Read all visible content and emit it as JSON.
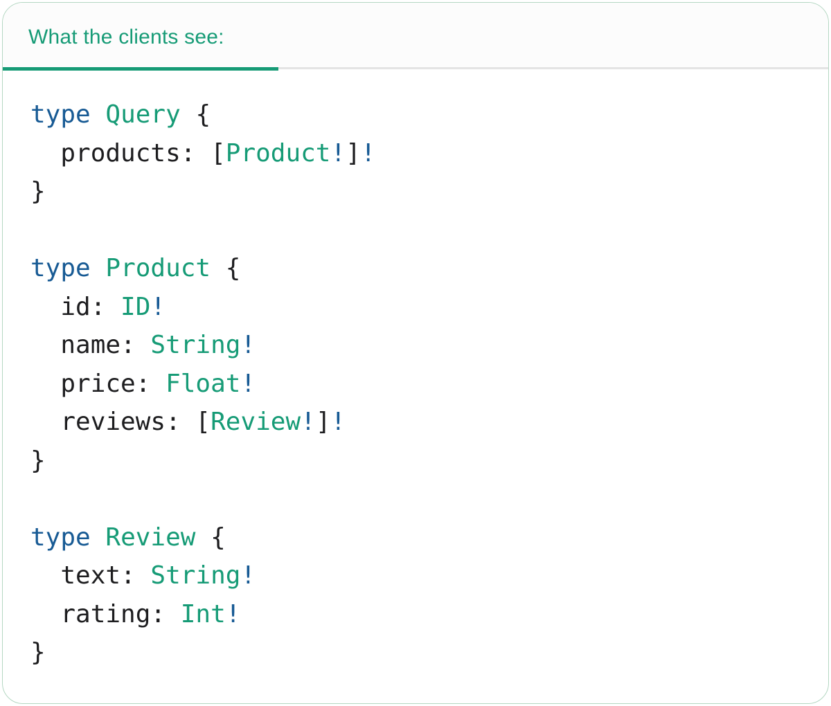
{
  "tab": {
    "label": "What the clients see:"
  },
  "code": {
    "language": "graphql",
    "lines": [
      [
        {
          "t": "type",
          "c": "kw"
        },
        {
          "t": " ",
          "c": "plain"
        },
        {
          "t": "Query",
          "c": "typename"
        },
        {
          "t": " {",
          "c": "plain"
        }
      ],
      [
        {
          "t": "  products: [",
          "c": "plain"
        },
        {
          "t": "Product",
          "c": "typename"
        },
        {
          "t": "!",
          "c": "bang"
        },
        {
          "t": "]",
          "c": "plain"
        },
        {
          "t": "!",
          "c": "bang"
        }
      ],
      [
        {
          "t": "}",
          "c": "plain"
        }
      ],
      [],
      [
        {
          "t": "type",
          "c": "kw"
        },
        {
          "t": " ",
          "c": "plain"
        },
        {
          "t": "Product",
          "c": "typename"
        },
        {
          "t": " {",
          "c": "plain"
        }
      ],
      [
        {
          "t": "  id: ",
          "c": "plain"
        },
        {
          "t": "ID",
          "c": "typename"
        },
        {
          "t": "!",
          "c": "bang"
        }
      ],
      [
        {
          "t": "  name: ",
          "c": "plain"
        },
        {
          "t": "String",
          "c": "typename"
        },
        {
          "t": "!",
          "c": "bang"
        }
      ],
      [
        {
          "t": "  price: ",
          "c": "plain"
        },
        {
          "t": "Float",
          "c": "typename"
        },
        {
          "t": "!",
          "c": "bang"
        }
      ],
      [
        {
          "t": "  reviews: [",
          "c": "plain"
        },
        {
          "t": "Review",
          "c": "typename"
        },
        {
          "t": "!",
          "c": "bang"
        },
        {
          "t": "]",
          "c": "plain"
        },
        {
          "t": "!",
          "c": "bang"
        }
      ],
      [
        {
          "t": "}",
          "c": "plain"
        }
      ],
      [],
      [
        {
          "t": "type",
          "c": "kw"
        },
        {
          "t": " ",
          "c": "plain"
        },
        {
          "t": "Review",
          "c": "typename"
        },
        {
          "t": " {",
          "c": "plain"
        }
      ],
      [
        {
          "t": "  text: ",
          "c": "plain"
        },
        {
          "t": "String",
          "c": "typename"
        },
        {
          "t": "!",
          "c": "bang"
        }
      ],
      [
        {
          "t": "  rating: ",
          "c": "plain"
        },
        {
          "t": "Int",
          "c": "typename"
        },
        {
          "t": "!",
          "c": "bang"
        }
      ],
      [
        {
          "t": "}",
          "c": "plain"
        }
      ]
    ]
  },
  "colors": {
    "accent_green": "#169b76",
    "keyword_blue": "#175a94",
    "code_text": "#1d1d1f",
    "tab_divider_gray": "#e4e4e4",
    "card_border": "#b4d7c2"
  }
}
